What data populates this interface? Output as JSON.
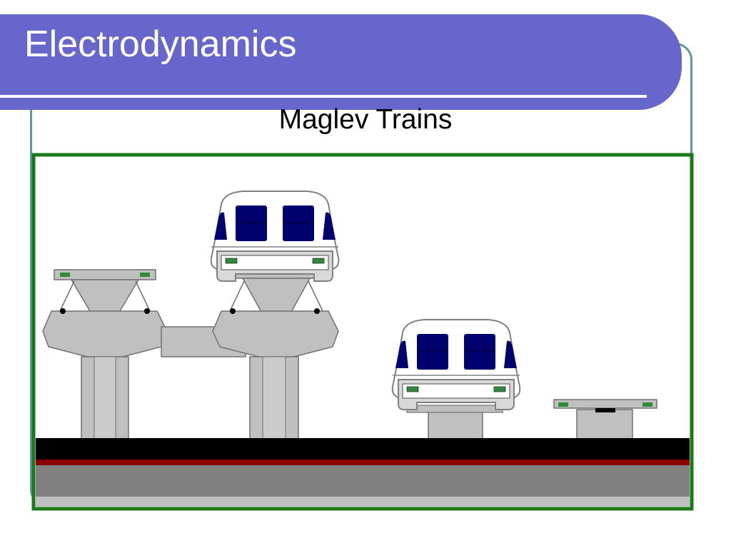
{
  "slide": {
    "title": "Electrodynamics",
    "subtitle": "Maglev Trains"
  },
  "colors": {
    "title_bar": "#6666cc",
    "frame_teal": "#5f9a9a",
    "illustration_border": "#1a7a1a",
    "train_window": "#00006e",
    "guideway_gray": "#c0c0c0",
    "magnet_green": "#2e8b3a",
    "ground_black": "#000000",
    "ground_red": "#8b0000",
    "ground_gray": "#808080"
  },
  "icons": {
    "illustration": "maglev-train-illustration"
  }
}
